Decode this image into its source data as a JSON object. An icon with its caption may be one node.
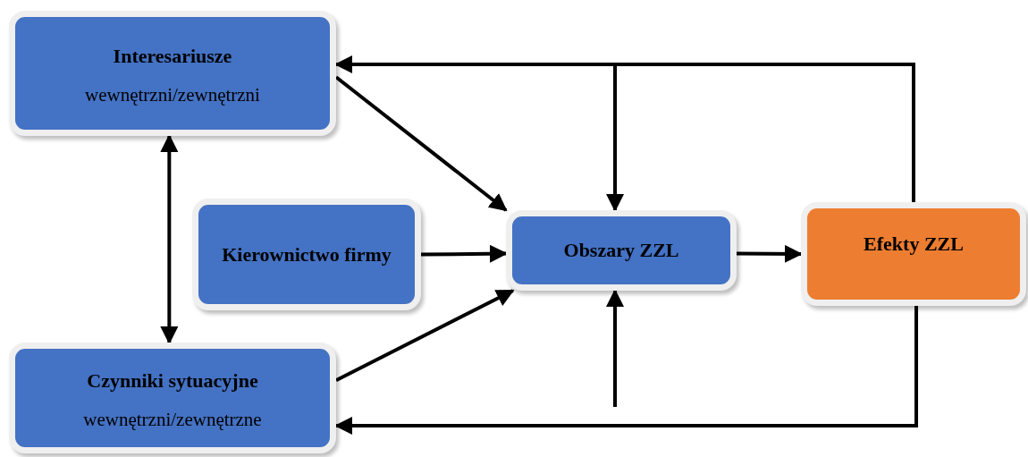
{
  "diagram": {
    "nodes": [
      {
        "text": [
          "Interesariusze",
          "wewnętrzni/zewnętrzni"
        ]
      },
      {
        "text": [
          "Kierownictwo firmy"
        ]
      },
      {
        "text": [
          "Czynniki sytuacyjne",
          "wewnętrzni/zewnętrzne"
        ]
      },
      {
        "text": [
          "Obszary ZZL"
        ]
      },
      {
        "text": [
          "Efekty ZZL"
        ]
      }
    ],
    "edges": [
      {
        "from": 0,
        "to": 3,
        "arrow": "to"
      },
      {
        "from": 0,
        "to": 2,
        "arrow": "both"
      },
      {
        "from": 1,
        "to": 3,
        "arrow": "to"
      },
      {
        "from": 2,
        "to": 3,
        "arrow": "to"
      },
      {
        "from": 3,
        "to": 4,
        "arrow": "to"
      },
      {
        "from": 4,
        "to": 0,
        "arrow": "to"
      },
      {
        "from": 4,
        "to": 3,
        "arrow": "to"
      },
      {
        "from": null,
        "to": 3,
        "arrow": "to"
      },
      {
        "from": 4,
        "to": 2,
        "arrow": "to"
      }
    ]
  }
}
